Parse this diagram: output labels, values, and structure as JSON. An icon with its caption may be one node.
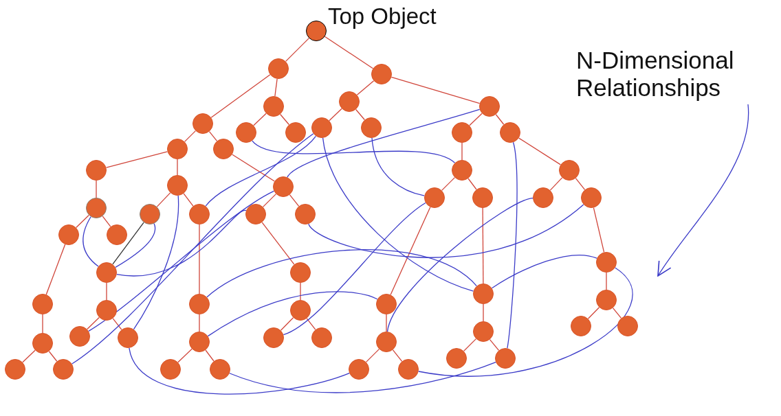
{
  "diagram": {
    "nodes": [
      {
        "text": [],
        "shape": "circle",
        "beside": [
          "Top Object"
        ]
      },
      {
        "text": [],
        "shape": "circle"
      },
      {
        "text": [],
        "shape": "circle"
      },
      {
        "text": [],
        "shape": "circle"
      },
      {
        "text": [],
        "shape": "circle"
      },
      {
        "text": [],
        "shape": "circle"
      },
      {
        "text": [],
        "shape": "circle"
      },
      {
        "text": [],
        "shape": "circle"
      },
      {
        "text": [],
        "shape": "circle"
      },
      {
        "text": [],
        "shape": "circle"
      },
      {
        "text": [],
        "shape": "circle"
      },
      {
        "text": [],
        "shape": "circle"
      },
      {
        "text": [],
        "shape": "circle"
      },
      {
        "text": [],
        "shape": "circle"
      },
      {
        "text": [],
        "shape": "circle"
      },
      {
        "text": [],
        "shape": "circle"
      },
      {
        "text": [],
        "shape": "circle"
      },
      {
        "text": [],
        "shape": "circle"
      },
      {
        "text": [],
        "shape": "circle"
      },
      {
        "text": [],
        "shape": "circle"
      },
      {
        "text": [],
        "shape": "circle"
      },
      {
        "text": [],
        "shape": "circle"
      },
      {
        "text": [],
        "shape": "circle"
      },
      {
        "text": [],
        "shape": "circle"
      },
      {
        "text": [],
        "shape": "circle"
      },
      {
        "text": [],
        "shape": "circle"
      },
      {
        "text": [],
        "shape": "circle"
      },
      {
        "text": [],
        "shape": "circle"
      },
      {
        "text": [],
        "shape": "circle"
      },
      {
        "text": [],
        "shape": "circle"
      },
      {
        "text": [],
        "shape": "circle"
      },
      {
        "text": [],
        "shape": "circle"
      },
      {
        "text": [],
        "shape": "circle"
      },
      {
        "text": [],
        "shape": "circle"
      },
      {
        "text": [],
        "shape": "circle"
      },
      {
        "text": [],
        "shape": "circle"
      },
      {
        "text": [],
        "shape": "circle"
      },
      {
        "text": [],
        "shape": "circle"
      },
      {
        "text": [],
        "shape": "circle"
      },
      {
        "text": [],
        "shape": "circle"
      },
      {
        "text": [],
        "shape": "circle"
      },
      {
        "text": [],
        "shape": "circle"
      },
      {
        "text": [],
        "shape": "circle"
      },
      {
        "text": [],
        "shape": "circle"
      },
      {
        "text": [],
        "shape": "circle"
      },
      {
        "text": [],
        "shape": "circle"
      },
      {
        "text": [],
        "shape": "circle"
      },
      {
        "text": [],
        "shape": "circle"
      },
      {
        "text": [],
        "shape": "circle"
      },
      {
        "text": [],
        "shape": "circle"
      },
      {
        "text": [],
        "shape": "circle"
      },
      {
        "text": [],
        "shape": "circle"
      },
      {
        "text": [],
        "shape": "circle"
      },
      {
        "text": [],
        "shape": "circle"
      },
      {
        "text": [],
        "shape": "circle"
      },
      {
        "text": [],
        "shape": "circle"
      },
      {
        "text": [],
        "shape": "circle"
      },
      {
        "text": [],
        "shape": "circle"
      },
      {
        "text": [],
        "shape": "circle"
      },
      {
        "text": [
          "N-Dimensional Relationships"
        ]
      }
    ],
    "edges": [
      {
        "from": 0,
        "to": 1,
        "arrow": "none"
      },
      {
        "from": 0,
        "to": 2,
        "arrow": "none"
      },
      {
        "from": 1,
        "to": 3,
        "arrow": "none"
      },
      {
        "from": 1,
        "to": 6,
        "arrow": "none"
      },
      {
        "from": 3,
        "to": 7,
        "arrow": "none"
      },
      {
        "from": 3,
        "to": 8,
        "arrow": "none"
      },
      {
        "from": 2,
        "to": 4,
        "arrow": "none"
      },
      {
        "from": 2,
        "to": 5,
        "arrow": "none"
      },
      {
        "from": 4,
        "to": 9,
        "arrow": "none"
      },
      {
        "from": 4,
        "to": 10,
        "arrow": "none"
      },
      {
        "from": 5,
        "to": 11,
        "arrow": "none"
      },
      {
        "from": 5,
        "to": 12,
        "arrow": "none"
      },
      {
        "from": 6,
        "to": 13,
        "arrow": "none"
      },
      {
        "from": 6,
        "to": 14,
        "arrow": "none"
      },
      {
        "from": 13,
        "to": 15,
        "arrow": "none"
      },
      {
        "from": 13,
        "to": 16,
        "arrow": "none"
      },
      {
        "from": 14,
        "to": 19,
        "arrow": "none"
      },
      {
        "from": 15,
        "to": 20,
        "arrow": "none"
      },
      {
        "from": 16,
        "to": 21,
        "arrow": "none"
      },
      {
        "from": 16,
        "to": 22,
        "arrow": "none"
      },
      {
        "from": 20,
        "to": 29,
        "arrow": "none"
      },
      {
        "from": 20,
        "to": 30,
        "arrow": "none"
      },
      {
        "from": 19,
        "to": 23,
        "arrow": "none"
      },
      {
        "from": 19,
        "to": 24,
        "arrow": "none"
      },
      {
        "from": 11,
        "to": 17,
        "arrow": "none"
      },
      {
        "from": 17,
        "to": 25,
        "arrow": "none"
      },
      {
        "from": 17,
        "to": 26,
        "arrow": "none"
      },
      {
        "from": 12,
        "to": 18,
        "arrow": "none"
      },
      {
        "from": 18,
        "to": 27,
        "arrow": "none"
      },
      {
        "from": 18,
        "to": 28,
        "arrow": "none"
      },
      {
        "from": 29,
        "to": 34,
        "arrow": "none"
      },
      {
        "from": 34,
        "to": 41,
        "arrow": "none"
      },
      {
        "from": 41,
        "to": 51,
        "arrow": "none"
      },
      {
        "from": 41,
        "to": 52,
        "arrow": "none"
      },
      {
        "from": 31,
        "to": 35,
        "arrow": "none"
      },
      {
        "from": 35,
        "to": 42,
        "arrow": "none"
      },
      {
        "from": 35,
        "to": 43,
        "arrow": "none"
      },
      {
        "from": 22,
        "to": 36,
        "arrow": "none"
      },
      {
        "from": 36,
        "to": 44,
        "arrow": "none"
      },
      {
        "from": 44,
        "to": 53,
        "arrow": "none"
      },
      {
        "from": 44,
        "to": 54,
        "arrow": "none"
      },
      {
        "from": 23,
        "to": 33,
        "arrow": "none"
      },
      {
        "from": 33,
        "to": 37,
        "arrow": "none"
      },
      {
        "from": 37,
        "to": 45,
        "arrow": "none"
      },
      {
        "from": 37,
        "to": 46,
        "arrow": "none"
      },
      {
        "from": 25,
        "to": 38,
        "arrow": "none"
      },
      {
        "from": 38,
        "to": 47,
        "arrow": "none"
      },
      {
        "from": 47,
        "to": 55,
        "arrow": "none"
      },
      {
        "from": 47,
        "to": 56,
        "arrow": "none"
      },
      {
        "from": 26,
        "to": 39,
        "arrow": "none"
      },
      {
        "from": 39,
        "to": 48,
        "arrow": "none"
      },
      {
        "from": 48,
        "to": 57,
        "arrow": "none"
      },
      {
        "from": 48,
        "to": 58,
        "arrow": "none"
      },
      {
        "from": 28,
        "to": 32,
        "arrow": "none"
      },
      {
        "from": 32,
        "to": 40,
        "arrow": "none"
      },
      {
        "from": 40,
        "to": 49,
        "arrow": "none"
      },
      {
        "from": 40,
        "to": 50,
        "arrow": "none"
      },
      {
        "from": 21,
        "to": 31,
        "arrow": "none",
        "color": "#333333"
      },
      {
        "from": 20,
        "to": 31,
        "arrow": "none",
        "color": "#3b3bc8"
      },
      {
        "from": 21,
        "to": 31,
        "arrow": "none",
        "color": "#3b3bc8"
      },
      {
        "from": 31,
        "to": 23,
        "arrow": "none",
        "color": "#3b3bc8"
      },
      {
        "from": 7,
        "to": 17,
        "arrow": "none",
        "color": "#3b3bc8"
      },
      {
        "from": 9,
        "to": 39,
        "arrow": "none",
        "color": "#3b3bc8"
      },
      {
        "from": 10,
        "to": 25,
        "arrow": "none",
        "color": "#3b3bc8"
      },
      {
        "from": 9,
        "to": 22,
        "arrow": "none",
        "color": "#3b3bc8"
      },
      {
        "from": 5,
        "to": 19,
        "arrow": "none",
        "color": "#3b3bc8"
      },
      {
        "from": 19,
        "to": 42,
        "arrow": "none",
        "color": "#3b3bc8"
      },
      {
        "from": 16,
        "to": 43,
        "arrow": "none",
        "color": "#3b3bc8"
      },
      {
        "from": 43,
        "to": 55,
        "arrow": "none",
        "color": "#3b3bc8"
      },
      {
        "from": 12,
        "to": 58,
        "arrow": "none",
        "color": "#3b3bc8"
      },
      {
        "from": 24,
        "to": 28,
        "arrow": "none",
        "color": "#3b3bc8"
      },
      {
        "from": 36,
        "to": 39,
        "arrow": "none",
        "color": "#3b3bc8"
      },
      {
        "from": 39,
        "to": 32,
        "arrow": "none",
        "color": "#3b3bc8"
      },
      {
        "from": 32,
        "to": 56,
        "arrow": "none",
        "color": "#3b3bc8"
      },
      {
        "from": 45,
        "to": 25,
        "arrow": "none",
        "color": "#3b3bc8"
      },
      {
        "from": 44,
        "to": 38,
        "arrow": "none",
        "color": "#3b3bc8"
      },
      {
        "from": 47,
        "to": 27,
        "arrow": "none",
        "color": "#3b3bc8"
      },
      {
        "from": 54,
        "to": 58,
        "arrow": "none",
        "color": "#3b3bc8"
      },
      {
        "from": 52,
        "to": 9,
        "arrow": "none",
        "color": "#3b3bc8"
      },
      {
        "from": 59,
        "to": null,
        "arrow": "to",
        "color": "#3b3bc8"
      }
    ]
  }
}
